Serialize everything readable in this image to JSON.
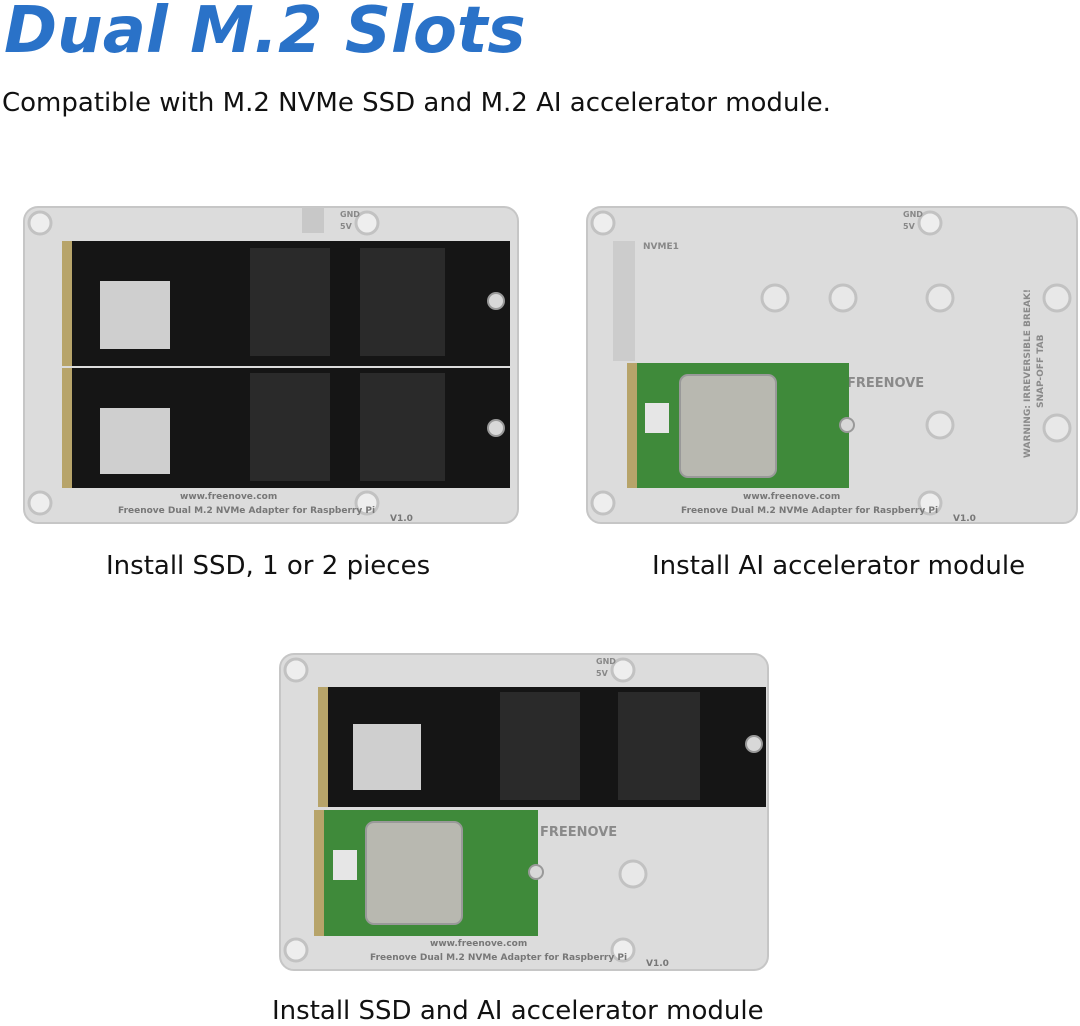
{
  "header": {
    "title": "Dual M.2 Slots",
    "subtitle": "Compatible with M.2 NVMe SSD and M.2 AI accelerator module."
  },
  "board": {
    "url": "www.freenove.com",
    "name": "Freenove Dual M.2 NVMe Adapter for Raspberry Pi",
    "version": "V1.0",
    "gnd_label": "GND",
    "v5_label": "5V",
    "slot_label": "NVME1",
    "brand": "FREENOVE",
    "warning": "WARNING: IRREVERSIBLE BREAK!",
    "snap": "SNAP-OFF TAB"
  },
  "panels": [
    {
      "caption": "Install SSD, 1 or 2 pieces"
    },
    {
      "caption": "Install AI accelerator module"
    },
    {
      "caption": "Install SSD and AI accelerator module"
    }
  ],
  "colors": {
    "title": "#2a72c8",
    "board": "#dcdcdc",
    "ssd_pcb": "#151515",
    "ai_pcb": "#3f8a3a"
  }
}
